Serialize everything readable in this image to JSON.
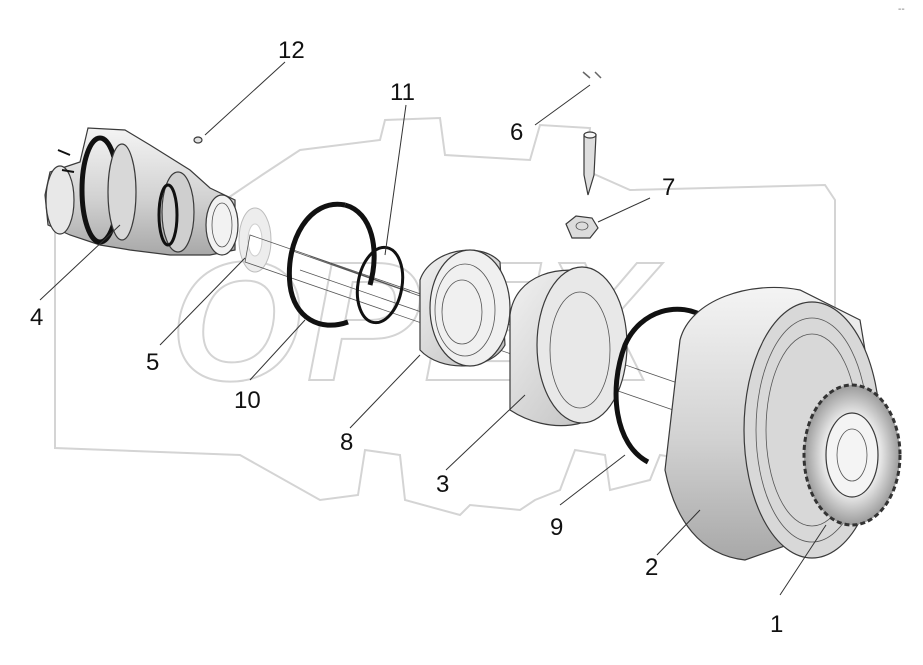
{
  "watermark": {
    "text": "OPEX",
    "color": "#d4d4d4"
  },
  "corner_mark": "--",
  "colors": {
    "part_light": "#f0f0f0",
    "part_mid": "#c8c8c8",
    "part_dark": "#8a8a8a",
    "ring": "#111111",
    "text": "#111111"
  },
  "callouts": [
    {
      "id": "1",
      "label": "1"
    },
    {
      "id": "2",
      "label": "2"
    },
    {
      "id": "3",
      "label": "3"
    },
    {
      "id": "4",
      "label": "4"
    },
    {
      "id": "5",
      "label": "5"
    },
    {
      "id": "6",
      "label": "6"
    },
    {
      "id": "7",
      "label": "7"
    },
    {
      "id": "8",
      "label": "8"
    },
    {
      "id": "9",
      "label": "9"
    },
    {
      "id": "10",
      "label": "10"
    },
    {
      "id": "11",
      "label": "11"
    },
    {
      "id": "12",
      "label": "12"
    }
  ]
}
